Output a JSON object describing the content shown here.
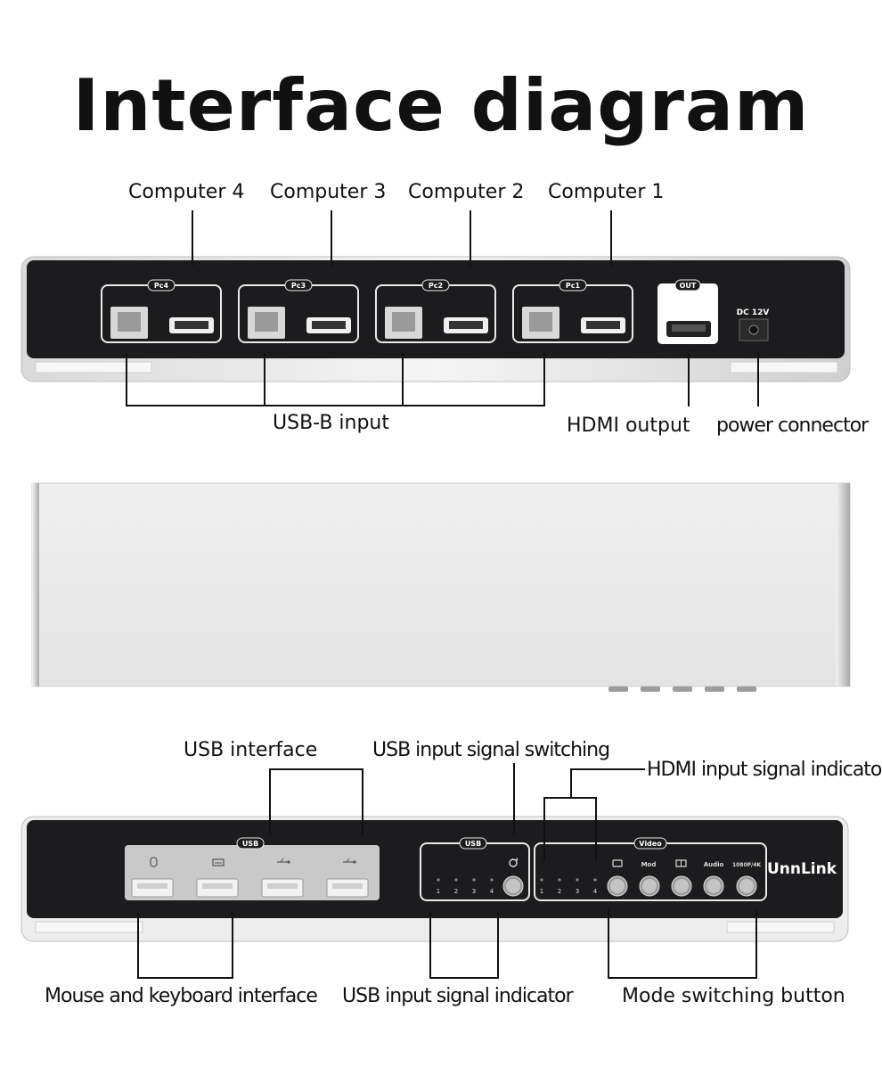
{
  "title": "Interface diagram",
  "rear": {
    "port_groups": [
      {
        "label": "Pc4"
      },
      {
        "label": "Pc3"
      },
      {
        "label": "Pc2"
      },
      {
        "label": "Pc1"
      }
    ],
    "out_label": "OUT",
    "dc_label": "DC 12V",
    "callouts": {
      "computer4": "Computer 4",
      "computer3": "Computer 3",
      "computer2": "Computer 2",
      "computer1": "Computer 1",
      "usb_b_input": "USB-B input",
      "hdmi_output": "HDMI output",
      "power_connector": "power connector"
    }
  },
  "front": {
    "usb_group_label": "USB",
    "usb_switch_label": "USB",
    "video_group_label": "Video",
    "indicator_numbers": [
      "1",
      "2",
      "3",
      "4"
    ],
    "button_labels": [
      "Mod",
      "Audio",
      "1080P/4K"
    ],
    "brand": "UnnLink",
    "callouts": {
      "usb_interface": "USB interface",
      "usb_input_signal_switching": "USB input signal switching",
      "hdmi_input_signal_indicator": "HDMI input signal indicato",
      "mouse_keyboard_interface": "Mouse and keyboard interface",
      "usb_input_signal_indicator": "USB input signal indicator",
      "mode_switching_button": "Mode switching button"
    }
  },
  "icons": [
    "mouse-icon",
    "keyboard-icon",
    "usb-icon",
    "usb-icon",
    "sync-icon",
    "monitor-icon",
    "split-screen-icon"
  ],
  "colors": {
    "panel": "#1c1c1e",
    "panel_edge": "#f0f0f0",
    "silver_light": "#ececec",
    "silver_dark": "#b8b8b8",
    "line": "#111111"
  }
}
